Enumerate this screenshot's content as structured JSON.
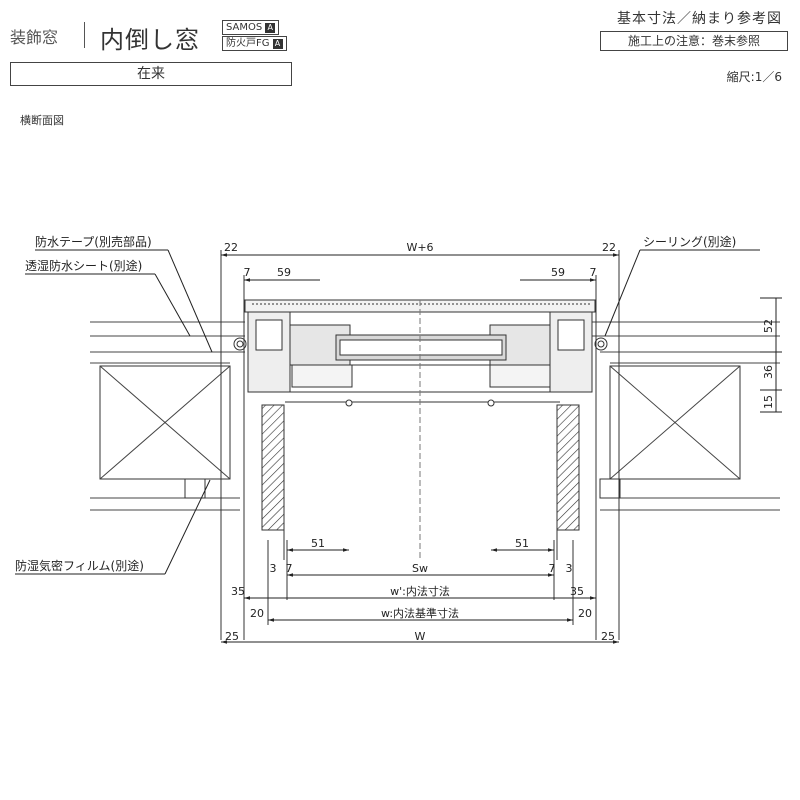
{
  "header": {
    "category": "装飾窓",
    "title": "内倒し窓",
    "badges": [
      {
        "label": "SAMOS",
        "mark": "A"
      },
      {
        "label": "防火戸FG",
        "mark": "A"
      }
    ],
    "reference_title": "基本寸法／納まり参考図",
    "reference_note": "施工上の注意：巻末参照",
    "install_type": "在来",
    "scale": "縮尺:1／6",
    "section_label": "横断面図"
  },
  "callouts": {
    "waterproof_tape": "防水テープ(別売部品)",
    "moisture_sheet": "透湿防水シート(別途)",
    "sealing": "シーリング(別途)",
    "vapor_film": "防湿気密フィルム(別途)"
  },
  "dimensions": {
    "top_overall": "W+6",
    "top_left_outer": "22",
    "top_right_outer": "22",
    "top_left_small": "7",
    "top_right_small": "7",
    "top_left_59": "59",
    "top_right_59": "59",
    "right_52": "52",
    "right_36": "36",
    "right_15": "15",
    "left_51": "51",
    "right_51": "51",
    "left_3": "3",
    "left_7": "7",
    "right_7": "7",
    "right_3": "3",
    "sw": "Sw",
    "left_35": "35",
    "right_35": "35",
    "inner_w_prime": "w':内法寸法",
    "left_20": "20",
    "right_20": "20",
    "inner_w": "w:内法基準寸法",
    "left_25": "25",
    "right_25": "25",
    "overall_w": "W"
  }
}
